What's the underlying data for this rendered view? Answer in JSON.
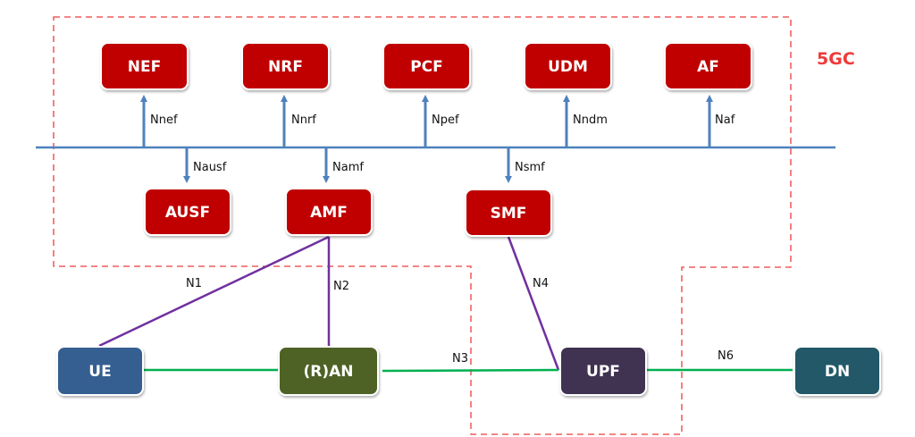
{
  "diagram": {
    "region": {
      "label": "5GC",
      "color": "#ef3b3b"
    },
    "colors": {
      "core_nf": "#c00000",
      "ue": "#365f91",
      "ran": "#4f6228",
      "upf": "#3f3151",
      "dn": "#215867",
      "bus": "#4f81bd",
      "control_link": "#7030a0",
      "user_plane_link": "#00b050"
    },
    "nodes": {
      "nef": "NEF",
      "nrf": "NRF",
      "pcf": "PCF",
      "udm": "UDM",
      "af": "AF",
      "ausf": "AUSF",
      "amf": "AMF",
      "smf": "SMF",
      "ue": "UE",
      "ran": "(R)AN",
      "upf": "UPF",
      "dn": "DN"
    },
    "interfaces": {
      "nnef": "Nnef",
      "nnrf": "Nnrf",
      "npef": "Npef",
      "nndm": "Nndm",
      "naf": "Naf",
      "nausf": "Nausf",
      "namf": "Namf",
      "nsmf": "Nsmf",
      "n1": "N1",
      "n2": "N2",
      "n3": "N3",
      "n4": "N4",
      "n6": "N6"
    }
  }
}
